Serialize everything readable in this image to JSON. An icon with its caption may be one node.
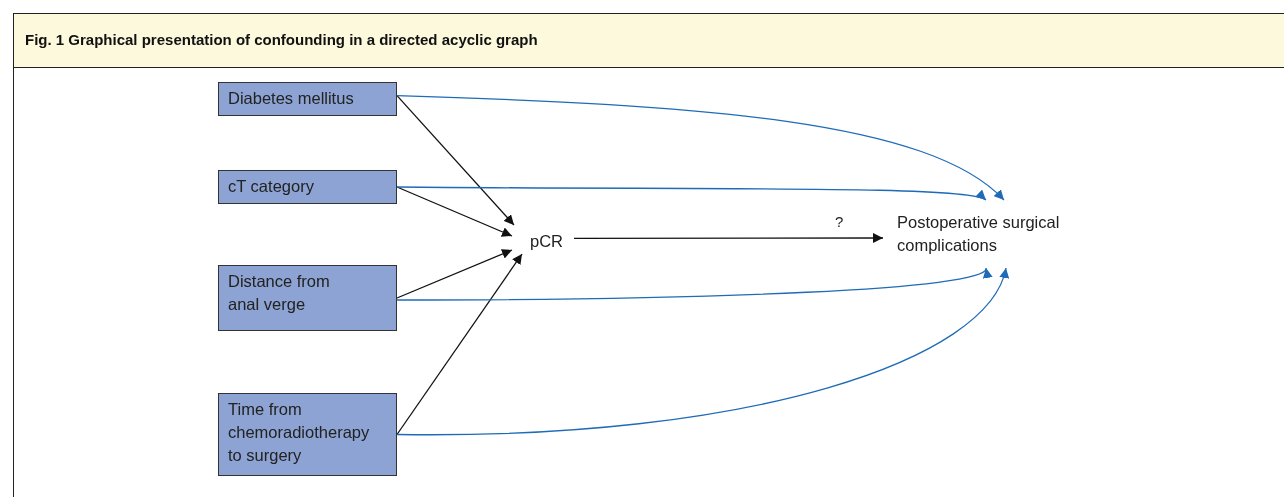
{
  "diagram": {
    "title": "Fig. 1 Graphical presentation of confounding in a directed acyclic graph",
    "nodes": [
      {
        "text": [
          "Diabetes mellitus"
        ]
      },
      {
        "text": [
          "cT category"
        ]
      },
      {
        "text": [
          "Distance from anal verge"
        ]
      },
      {
        "text": [
          "Time from chemoradiotherapy to surgery"
        ]
      },
      {
        "text": [
          "pCR"
        ]
      },
      {
        "text": [
          "Postoperative surgical complications"
        ]
      }
    ],
    "edges": [
      {
        "from": 0,
        "to": 4,
        "arrow": "to"
      },
      {
        "from": 1,
        "to": 4,
        "arrow": "to"
      },
      {
        "from": 2,
        "to": 4,
        "arrow": "to"
      },
      {
        "from": 3,
        "to": 4,
        "arrow": "to"
      },
      {
        "from": 4,
        "to": 5,
        "arrow": "to",
        "label": "?"
      },
      {
        "from": 0,
        "to": 5,
        "arrow": "to",
        "color": "#1f6bb8"
      },
      {
        "from": 1,
        "to": 5,
        "arrow": "to",
        "color": "#1f6bb8"
      },
      {
        "from": 2,
        "to": 5,
        "arrow": "to",
        "color": "#1f6bb8"
      },
      {
        "from": 3,
        "to": 5,
        "arrow": "to",
        "color": "#1f6bb8"
      }
    ]
  }
}
